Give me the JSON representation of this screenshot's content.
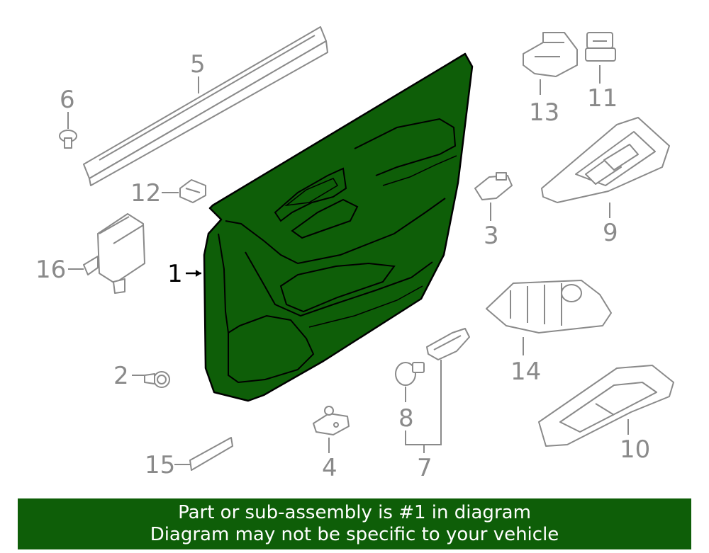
{
  "diagram": {
    "callouts": [
      "1",
      "2",
      "3",
      "4",
      "5",
      "6",
      "7",
      "8",
      "9",
      "10",
      "11",
      "12",
      "13",
      "14",
      "15",
      "16"
    ],
    "highlight_part": "1",
    "highlight_color": "#0e5e08",
    "line_color": "#8a8a8a"
  },
  "banner": {
    "line1": "Part or sub-assembly is #1 in diagram",
    "line2": "Diagram may not be specific to your vehicle",
    "background": "#0e5e08",
    "text_color": "#ffffff"
  }
}
